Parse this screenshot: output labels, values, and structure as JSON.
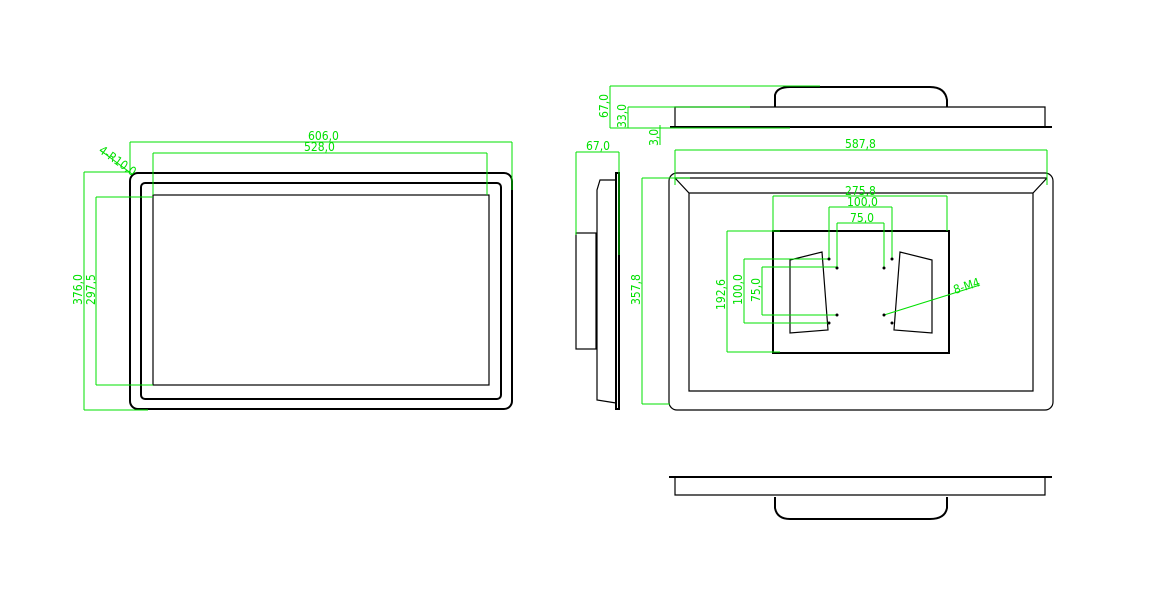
{
  "front_view": {
    "width_overall": "606,0",
    "width_screen": "528,0",
    "corner_radius": "4-R10,0",
    "height_overall": "376,0",
    "height_screen": "297,5"
  },
  "side_view": {
    "depth": "67,0"
  },
  "top_view": {
    "depth_total": "67,0",
    "depth_bracket": "33,0",
    "bezel": "3,0"
  },
  "rear_view": {
    "width": "587,8",
    "height": "357,8",
    "bracket_width": "275,8",
    "vesa_100_h": "100,0",
    "vesa_75_h": "75,0",
    "bracket_height": "192,6",
    "vesa_100_v": "100,0",
    "vesa_75_v": "75,0",
    "screws": "8-M4"
  },
  "colors": {
    "dimension": "#00e000",
    "outline": "#000000"
  }
}
